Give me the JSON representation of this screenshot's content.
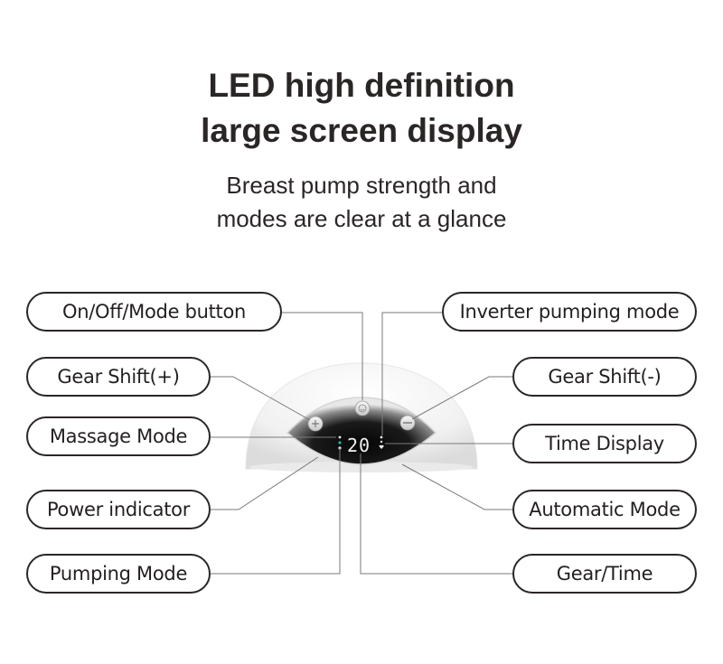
{
  "heading": {
    "line1": "LED high definition",
    "line2": "large screen display"
  },
  "subheading": {
    "line1": "Breast pump strength and",
    "line2": "modes are clear at a glance"
  },
  "device": {
    "display_value": "20",
    "buttons": [
      "plus",
      "mode",
      "minus"
    ],
    "indicator_color": "#1fb89a"
  },
  "labels": {
    "left": [
      "On/Off/Mode button",
      "Gear Shift(+)",
      "Massage Mode",
      "Power indicator",
      "Pumping Mode"
    ],
    "right": [
      "Inverter pumping mode",
      "Gear Shift(-)",
      "Time Display",
      "Automatic Mode",
      "Gear/Time"
    ]
  },
  "colors": {
    "text": "#2b2626",
    "leader_line": "#7a7a7a",
    "panel_dark": "#0c0c0c"
  }
}
